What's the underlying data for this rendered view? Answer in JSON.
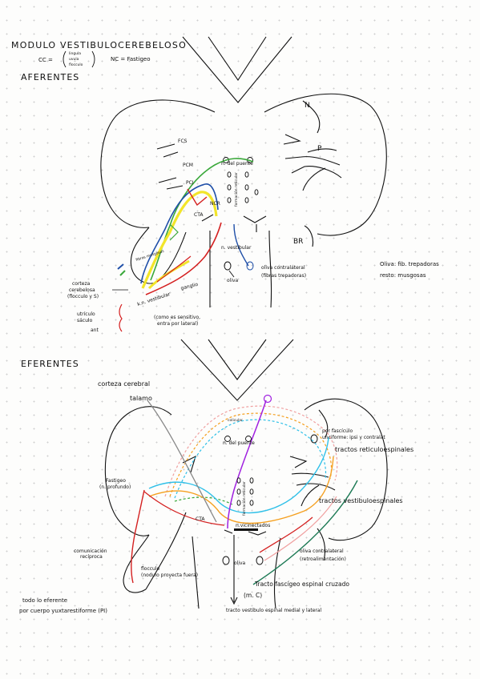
{
  "title": "MODULO VESTIBULOCEREBELOSO",
  "cc_prefix": "CC =",
  "cc_items": [
    "lingula",
    "uvula",
    "flocculo"
  ],
  "nc": "NC = Fastigeo",
  "afferents": {
    "heading": "AFERENTES",
    "lbl_fcs": "FCS",
    "lbl_pcm": "PCM",
    "lbl_pci": "PCI",
    "lbl_npuente": "n. del puente",
    "lbl_formacion": "formación reticular",
    "lbl_ncr": "NCR",
    "lbl_cta": "CTA",
    "lbl_nvest": "n. vestibular",
    "lbl_oliva": "oliva",
    "lbl_olivacont": "oliva contralateral",
    "lbl_fibras": "(fibras trepadoras)",
    "lbl_n": "N",
    "lbl_p": "P",
    "lbl_br": "BR",
    "lbl_corteza": "corteza",
    "lbl_cerebelosa": "cerebelosa",
    "lbl_flocculo": "(flocculo y S)",
    "lbl_utriculo": "utrículo",
    "lbl_saculo": "sáculo",
    "lbl_ant": "ant",
    "lbl_kn": "k.n. vestibular",
    "lbl_ganglio": "ganglio",
    "lbl_mossy": "fibras musgosas",
    "lbl_comoes": "(como es sensitivo,",
    "lbl_entra": "entra por lateral)",
    "note1": "Oliva: fib. trepadoras",
    "note2": "resto: musgosas"
  },
  "efferents": {
    "heading": "EFERENTES",
    "lbl_corteza": "corteza cerebral",
    "lbl_talamo": "talamo",
    "lbl_colicular": "colicular",
    "lbl_npuente": "n. del puente",
    "lbl_porfasc": "por fascículo",
    "lbl_uncif": "unciforme: ipsi y contralat",
    "lbl_reticulo": "tractos reticuloespinales",
    "lbl_vestibulo": "tractos vestibuloespinales",
    "lbl_fastigeo": "Fastigeo",
    "lbl_nprof": "(n. profundo)",
    "lbl_formacion": "formación reticular",
    "lbl_cta": "CTA",
    "lbl_nvc": "n.vicinectados",
    "lbl_comunicacion": "comunicación",
    "lbl_reciproca": "recíproca",
    "lbl_oliva": "oliva",
    "lbl_olivacont": "oliva contralateral",
    "lbl_retro": "(retroalimentación)",
    "lbl_flocc": "flocculo",
    "lbl_flocc2": "(nodulo proyecta fuera)",
    "lbl_tfe": "Tracto fascígeo espinal cruzado",
    "lbl_mc": "(m. C)",
    "lbl_todo1": "todo lo eferente",
    "lbl_todo2": "por cuerpo yuxtarestiforme (PI)",
    "lbl_tractoves": "tracto vestibulo espinal medial y lateral"
  },
  "colors": {
    "ink": "#111111",
    "green": "#3aa83a",
    "blue": "#1f4fa8",
    "yellow": "#f2e52a",
    "red": "#d42020",
    "pink": "#f0a0a0",
    "orange": "#f5a020",
    "cyan": "#30c0e8",
    "purple": "#a020e0",
    "gray": "#888888",
    "darkgreen": "#1d7a55"
  }
}
